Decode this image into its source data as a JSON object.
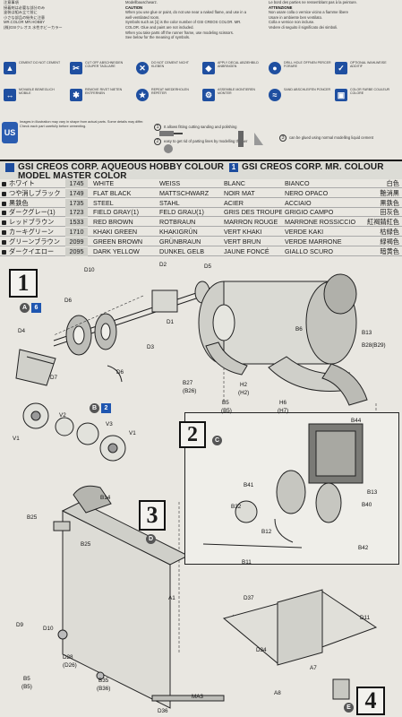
{
  "top_text": {
    "left": [
      "注意事項",
      "接着剤は必要な部分のみ",
      "塗装は組み立て前に",
      "小さな部品の紛失に注意",
      "MR.COLOR MR.HOBBY",
      "(株)GSIクレオス 水性ホビーカラー"
    ],
    "middle": [
      "Modellbauschwarz.",
      "CAUTION",
      "When you use glue or paint, do not use near a naked flame, and use in a well-ventilated room.",
      "Symbols such as [1] is the color number of GSI CREOS COLOR. MR. COLOR. Glue and paint are not included.",
      "When you take parts off the runner frame, use modeling scissors.",
      "See below for the meaning of symbols."
    ],
    "right": [
      "Le bord des parties ne ressemblant pas à la peinture.",
      "ATTENZIONE",
      "Non usare colla o vernice vicino a fiamme libere",
      "Usare in ambiente ben ventilato.",
      "Colla e vernice non incluse.",
      "Vedere di seguito il significato dei simboli."
    ]
  },
  "legend": [
    {
      "icon": "cement-icon",
      "glyph": "▲",
      "text": "CEMENT DO NOT CEMENT"
    },
    {
      "icon": "cut-icon",
      "glyph": "✂",
      "text": "CUT OFF ABSCHNEIDEN COUPER TAGLIARE"
    },
    {
      "icon": "do-not-cement-icon",
      "glyph": "✕",
      "text": "DO NOT CEMENT NICHT KLEBEN"
    },
    {
      "icon": "apply-decal-icon",
      "glyph": "◆",
      "text": "APPLY DECAL ABZIEHBILD ANBRINGEN"
    },
    {
      "icon": "drill-icon",
      "glyph": "●",
      "text": "DRILL HOLE ÖFFNEN PERCER FORARE"
    },
    {
      "icon": "optional-icon",
      "glyph": "✓",
      "text": "OPTIONAL WAHLWEISE ADDITIF"
    },
    {
      "icon": "move-icon",
      "glyph": "↔",
      "text": "MOVABLE BEWEGLICH MOBILE"
    },
    {
      "icon": "rivet-icon",
      "glyph": "✱",
      "text": "REMOVE RIVET NIETEN ENTFERNEN"
    },
    {
      "icon": "repeat-icon",
      "glyph": "★",
      "text": "REPEAT WIEDERHOLEN RÉPÉTER"
    },
    {
      "icon": "assemble-icon",
      "glyph": "⚙",
      "text": "ASSEMBLE MONTIEREN MONTER"
    },
    {
      "icon": "sand-icon",
      "glyph": "≈",
      "text": "SAND ABSCHLEIFEN PONCER"
    },
    {
      "icon": "color-icon",
      "glyph": "▣",
      "text": "COLOR FARBE COULEUR COLORE"
    }
  ],
  "notes": {
    "badge": "US",
    "text": "Images in illustration may vary in shape from actual parts. Some details may differ. Check each part carefully before cementing.",
    "tips": [
      {
        "num": "1",
        "text": "It allows fitting cutting sanding and polishing"
      },
      {
        "num": "2",
        "text": "easy to get rid of parting lines by modelling thinner"
      },
      {
        "num": "3",
        "text": "can be glued using normal modelling liquid cement"
      }
    ]
  },
  "color_table": {
    "head_left_1": "GSI CREOS CORP. AQUEOUS HOBBY COLOUR",
    "head_left_2": "MODEL MASTER COLOR",
    "head_right_mark": "1",
    "head_right": "GSI CREOS CORP. MR. COLOUR",
    "rows": [
      {
        "jp": "ホワイト",
        "code": "1745",
        "en": "WHITE",
        "de": "WEISS",
        "fr": "BLANC",
        "it": "BIANCO",
        "jp2": "白色"
      },
      {
        "jp": "つや消しブラック",
        "code": "1749",
        "en": "FLAT BLACK",
        "de": "MATTSCHWARZ",
        "fr": "NOIR MAT",
        "it": "NERO OPACO",
        "jp2": "艶消黒"
      },
      {
        "jp": "黒鉄色",
        "code": "1735",
        "en": "STEEL",
        "de": "STAHL",
        "fr": "ACIER",
        "it": "ACCIAIO",
        "jp2": "黒鉄色"
      },
      {
        "jp": "ダークグレー(1)",
        "code": "1723",
        "en": "FIELD GRAY(1)",
        "de": "FELD GRAU(1)",
        "fr": "GRIS DES TROUPES ALLEMANDES(1)",
        "it": "GRIGIO CAMPO",
        "jp2": "田灰色"
      },
      {
        "jp": "レッドブラウン",
        "code": "1533",
        "en": "RED BROWN",
        "de": "ROTBRAUN",
        "fr": "MARRON ROUGE",
        "it": "MARRONE ROSSICCIO",
        "jp2": "紅褐錆紅色"
      },
      {
        "jp": "カーキグリーン",
        "code": "1710",
        "en": "KHAKI GREEN",
        "de": "KHAKIGRÜN",
        "fr": "VERT KHAKI",
        "it": "VERDE KAKI",
        "jp2": "枯緑色"
      },
      {
        "jp": "グリーンブラウン",
        "code": "2099",
        "en": "GREEN BROWN",
        "de": "GRÜNBRAUN",
        "fr": "VERT BRUN",
        "it": "VERDE MARRONE",
        "jp2": "緑褐色"
      },
      {
        "jp": "ダークイエロー",
        "code": "2095",
        "en": "DARK YELLOW",
        "de": "DUNKEL GELB",
        "fr": "JAUNE FONCÉ",
        "it": "GIALLO SCURO",
        "jp2": "暗黄色"
      }
    ]
  },
  "steps": {
    "step1": {
      "number": "1",
      "mark_a": "A",
      "mark_b": "6"
    },
    "step2": {
      "number": "2",
      "mark_c": "C"
    },
    "step3": {
      "number": "3",
      "mark_d": "D"
    },
    "step4": {
      "number": "4",
      "mark_e": "E"
    },
    "b_marks": {
      "b": "B",
      "num": "2"
    }
  },
  "part_labels": {
    "d10": "D10",
    "d2": "D2",
    "d5": "D5",
    "d6a": "D6",
    "d1": "D1",
    "d3": "D3",
    "d4": "D4",
    "d7": "D7",
    "d6b": "D6",
    "b13": "B13",
    "b28": "B28(B29)",
    "b6": "B6",
    "b27": "B27",
    "b26": "(B26)",
    "h2": "H2",
    "h2p": "(H2)",
    "b5": "B5",
    "b5p": "(B5)",
    "h6": "H6",
    "h7": "(H7)",
    "v2": "V2",
    "v3": "V3",
    "v1a": "V1",
    "v1b": "V1",
    "b44": "B44",
    "b13b": "B13",
    "b41": "B41",
    "b32": "B32",
    "b40": "B40",
    "b12": "B12",
    "b42": "B42",
    "b11": "B11",
    "b14": "B14",
    "b25a": "B25",
    "b25b": "B25",
    "a1": "A1",
    "d37": "D37",
    "d11": "D11",
    "d34": "D34",
    "d9": "D9",
    "d10b": "D10",
    "d28": "D28",
    "d26": "(D26)",
    "b5c": "B5",
    "b5cp": "(B5)",
    "b35": "B35",
    "b36": "(B36)",
    "ma3": "MA3",
    "a8": "A8",
    "a7": "A7",
    "d36": "D36"
  }
}
